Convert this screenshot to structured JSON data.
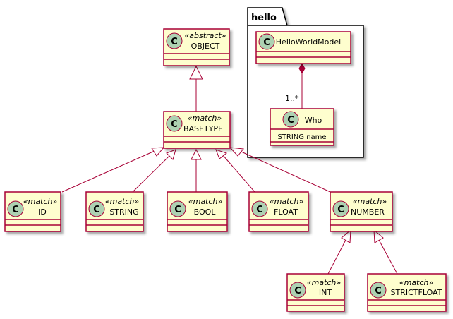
{
  "package": {
    "title": "hello"
  },
  "classes": {
    "object": {
      "name": "OBJECT",
      "stereotype": "«abstract»",
      "icon": "C"
    },
    "basetype": {
      "name": "BASETYPE",
      "stereotype": "«match»",
      "icon": "C"
    },
    "id": {
      "name": "ID",
      "stereotype": "«match»",
      "icon": "C"
    },
    "string": {
      "name": "STRING",
      "stereotype": "«match»",
      "icon": "C"
    },
    "bool": {
      "name": "BOOL",
      "stereotype": "«match»",
      "icon": "C"
    },
    "float": {
      "name": "FLOAT",
      "stereotype": "«match»",
      "icon": "C"
    },
    "number": {
      "name": "NUMBER",
      "stereotype": "«match»",
      "icon": "C"
    },
    "int": {
      "name": "INT",
      "stereotype": "«match»",
      "icon": "C"
    },
    "strictfloat": {
      "name": "STRICTFLOAT",
      "stereotype": "«match»",
      "icon": "C"
    },
    "helloworldmodel": {
      "name": "HelloWorldModel",
      "icon": "C"
    },
    "who": {
      "name": "Who",
      "icon": "C",
      "attributes": [
        "STRING name"
      ]
    }
  },
  "relations": {
    "composition_multiplicity": "1..*"
  },
  "colors": {
    "class_fill": "#FEFECE",
    "class_border": "#A80036",
    "icon_fill": "#ADD1B2",
    "package_fill": "#FFFFFF",
    "package_border": "#000000",
    "line": "#A80036"
  }
}
